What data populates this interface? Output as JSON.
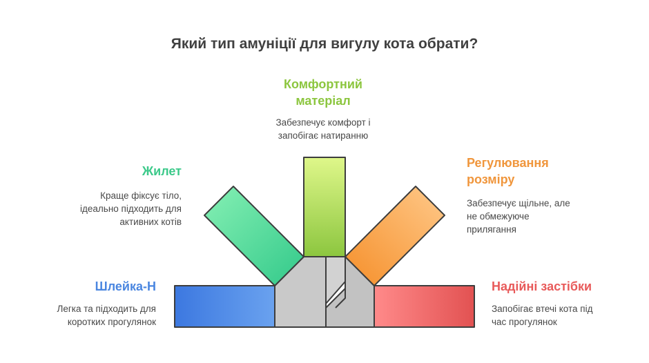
{
  "title": "Який тип амуніції для вигулу кота обрати?",
  "items": {
    "comfort": {
      "heading_lines": [
        "Комфортний",
        "матеріал"
      ],
      "desc_lines": [
        "Забезпечує комфорт і",
        "запобігає натиранню"
      ],
      "color": "#8cc63f"
    },
    "vest": {
      "heading_lines": [
        "Жилет"
      ],
      "desc_lines": [
        "Краще фіксує тіло,",
        "ідеально підходить для",
        "активних котів"
      ],
      "color": "#3cc98a"
    },
    "size": {
      "heading_lines": [
        "Регулювання",
        "розміру"
      ],
      "desc_lines": [
        "Забезпечує щільне, але",
        "не обмежуюче",
        "прилягання"
      ],
      "color": "#f0963c"
    },
    "harness": {
      "heading_lines": [
        "Шлейка-Н"
      ],
      "desc_lines": [
        "Легка та підходить для",
        "коротких прогулянок"
      ],
      "color": "#4a86e0"
    },
    "buckles": {
      "heading_lines": [
        "Надійні застібки"
      ],
      "desc_lines": [
        "Запобігає втечі кота під",
        "час прогулянок"
      ],
      "color": "#e85a5a"
    }
  }
}
